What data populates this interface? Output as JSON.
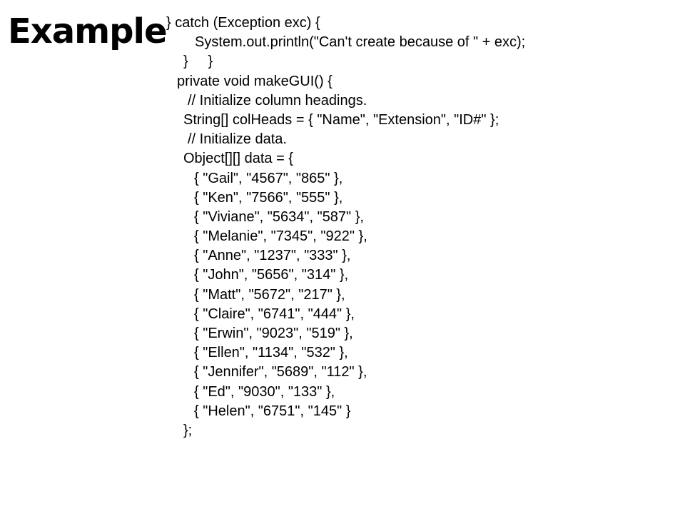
{
  "slide": {
    "title": "Example"
  },
  "code": {
    "lines": [
      "} catch (Exception exc) {",
      "System.out.println(\"Can't create because of \" + exc);",
      "}     }",
      "private void makeGUI() {",
      "// Initialize column headings.",
      "String[] colHeads = { \"Name\", \"Extension\", \"ID#\" };",
      "// Initialize data.",
      "Object[][] data = {",
      "{ \"Gail\", \"4567\", \"865\" },",
      "{ \"Ken\", \"7566\", \"555\" },",
      "{ \"Viviane\", \"5634\", \"587\" },",
      "{ \"Melanie\", \"7345\", \"922\" },",
      "{ \"Anne\", \"1237\", \"333\" },",
      "{ \"John\", \"5656\", \"314\" },",
      "{ \"Matt\", \"5672\", \"217\" },",
      "{ \"Claire\", \"6741\", \"444\" },",
      "{ \"Erwin\", \"9023\", \"519\" },",
      "{ \"Ellen\", \"1134\", \"532\" },",
      "{ \"Jennifer\", \"5689\", \"112\" },",
      "{ \"Ed\", \"9030\", \"133\" },",
      "{ \"Helen\", \"6751\", \"145\" }",
      "};"
    ]
  }
}
